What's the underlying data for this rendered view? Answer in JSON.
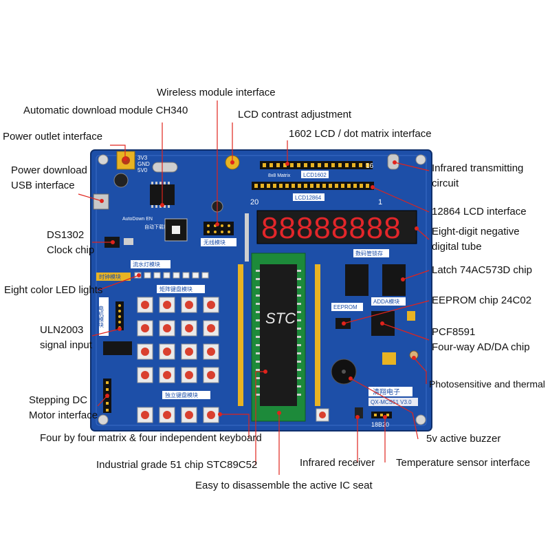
{
  "callouts": {
    "wireless_module_interface": "Wireless module interface",
    "automatic_download_module": "Automatic download module CH340",
    "lcd_contrast_adjustment": "LCD contrast adjustment",
    "power_outlet_interface": "Power outlet interface",
    "lcd1602_dot_matrix_interface": "1602 LCD / dot matrix interface",
    "power_download_usb_line1": "Power download",
    "power_download_usb_line2": "USB interface",
    "infrared_transmitting_line1": "Infrared transmitting",
    "infrared_transmitting_line2": "circuit",
    "lcd12864_interface": "12864 LCD interface",
    "ds1302_line1": "DS1302",
    "ds1302_line2": "Clock chip",
    "eight_digit_tube_line1": "Eight-digit negative",
    "eight_digit_tube_line2": "digital tube",
    "latch_chip": "Latch 74AC573D chip",
    "eight_color_led": "Eight color LED lights",
    "eeprom_chip": "EEPROM chip 24C02",
    "uln2003_line1": "ULN2003",
    "uln2003_line2": "signal input",
    "pcf8591_line1": "PCF8591",
    "pcf8591_line2": "Four-way AD/DA chip",
    "photosensitive_thermal": "Photosensitive and thermal",
    "stepping_dc_line1": "Stepping DC",
    "stepping_dc_line2": "Motor interface",
    "keyboard": "Four by four matrix & four independent keyboard",
    "active_buzzer": "5v active buzzer",
    "industrial_chip": "Industrial grade 51 chip STC89C52",
    "infrared_receiver": "Infrared receiver",
    "temperature_sensor_interface": "Temperature sensor interface",
    "ic_seat": "Easy to disassemble the active IC seat"
  },
  "board": {
    "silk_3v3": "3V3",
    "silk_gnd": "GND",
    "silk_5v0": "5V0",
    "silk_autodown": "AutoDown EN",
    "silk_lcd1602": "LCD1602",
    "silk_lcd12864": "LCD12864",
    "silk_8x8": "8x8 Matrix",
    "silk_pin20": "20",
    "silk_pin1": "1",
    "silk_pin16": "16",
    "segment_display": "88888888",
    "chip_brand": "STC",
    "silk_eeprom": "EEPROM",
    "silk_adda": "ADDA模块",
    "silk_wireless": "无线模块",
    "silk_auto_download": "自动下载模块",
    "silk_flow_led": "流水灯模块",
    "silk_clock": "时钟模块",
    "silk_matrix_keys": "矩阵键盘模块",
    "silk_independent_keys": "独立键盘模块",
    "silk_motor": "电机模块",
    "silk_seg": "数码管锁存",
    "silk_brand": "清翔电子",
    "silk_model": "QX-MCS51 V3.0",
    "silk_ds18b20": "18B20"
  },
  "colors": {
    "pcb": "#1d4fa8",
    "pcb_dark": "#173f8a",
    "header": "#111111",
    "button": "#d9402f",
    "segment": "#e2262a",
    "gold": "#e8b323",
    "leader": "#e0231c"
  }
}
